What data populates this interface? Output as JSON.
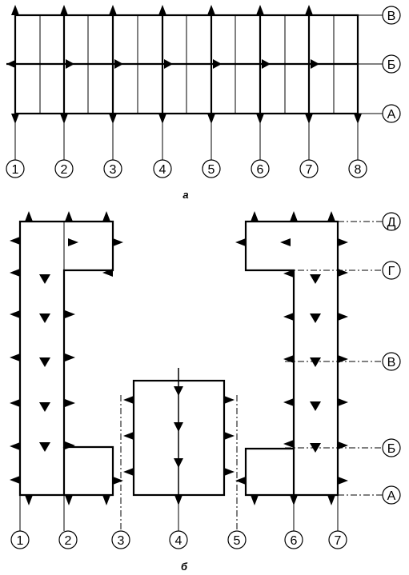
{
  "diagram_a": {
    "caption": "а",
    "row_axes": [
      "В",
      "Б",
      "А"
    ],
    "column_axes": [
      "1",
      "2",
      "3",
      "4",
      "5",
      "6",
      "7",
      "8"
    ]
  },
  "diagram_b": {
    "caption": "б",
    "row_axes": [
      "Д",
      "Г",
      "В",
      "Б",
      "А"
    ],
    "column_axes": [
      "1",
      "2",
      "3",
      "4",
      "5",
      "6",
      "7"
    ]
  }
}
